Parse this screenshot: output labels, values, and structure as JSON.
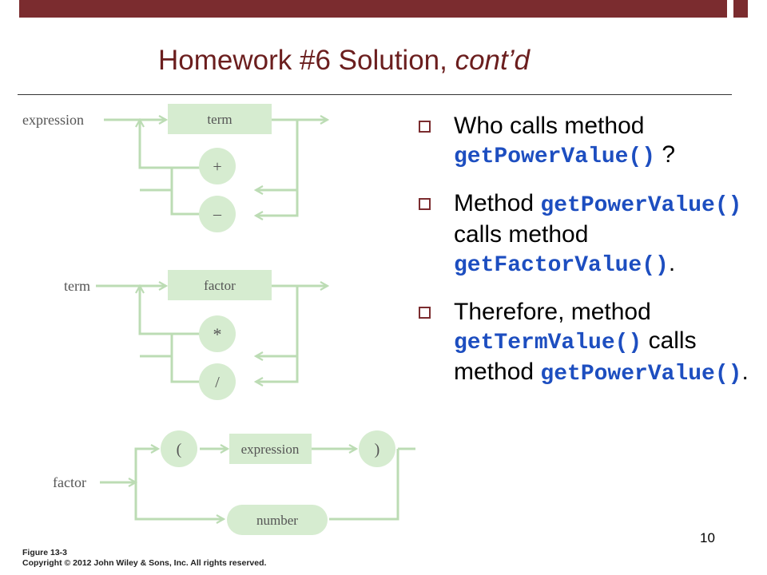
{
  "slide": {
    "title_main": "Homework #6 Solution, ",
    "title_italic": "cont’d",
    "page_number": "10"
  },
  "diagram": {
    "expression_label": "expression",
    "term_box": "term",
    "plus": "+",
    "minus": "–",
    "term_label": "term",
    "factor_box": "factor",
    "times": "*",
    "divide": "/",
    "factor_label": "factor",
    "lparen": "(",
    "expression_box": "expression",
    "rparen": ")",
    "number_box": "number"
  },
  "bullets": [
    {
      "text1": "Who calls method ",
      "code1": "getPowerValue()",
      "text2": " ?",
      "code2": "",
      "text3": ""
    },
    {
      "text1": "Method ",
      "code1": "getPowerValue()",
      "text2": " calls method ",
      "code2": "getFactorValue()",
      "text3": "."
    },
    {
      "text1": "Therefore, method ",
      "code1": "getTermValue()",
      "text2": " calls method ",
      "code2": "getPowerValue()",
      "text3": "."
    }
  ],
  "caption": {
    "figure": "Figure 13-3",
    "copyright": "Copyright © 2012 John Wiley & Sons, Inc. All rights reserved."
  },
  "colors": {
    "accent": "#7b2c2f",
    "title": "#6b1e1e",
    "code": "#1d4ec0",
    "diagram_fill": "#d6ecd0",
    "diagram_line": "#bcdcb4"
  }
}
